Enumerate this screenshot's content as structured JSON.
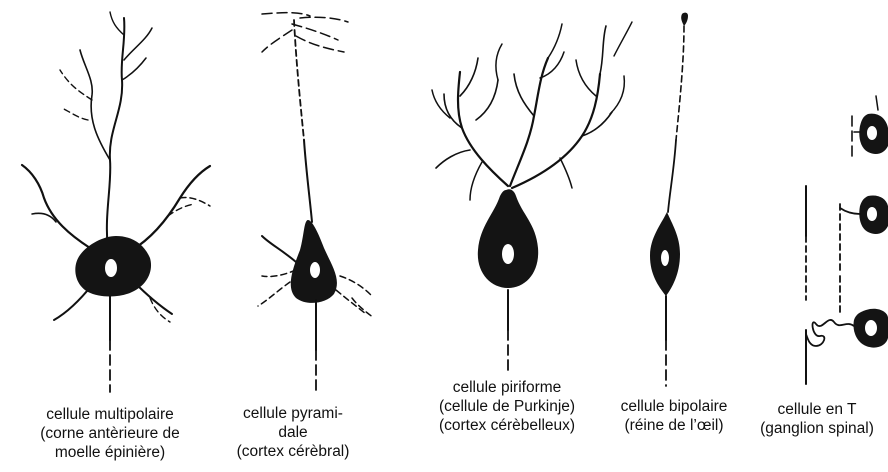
{
  "captions": {
    "multipolaire": [
      "cellule multipolaire",
      "(corne antèrieure de",
      "moelle épinière)"
    ],
    "pyramidale": [
      "cellule pyrami-",
      "dale",
      "(cortex cérèbral)"
    ],
    "piriforme": [
      "cellule piriforme",
      "(cellule de Purkinje)",
      "(cortex cérèbelleux)"
    ],
    "bipolaire": [
      "cellule bipolaire",
      "(réine de l’œil)"
    ],
    "en_t": [
      "cellule en T",
      "(ganglion spinal)"
    ]
  },
  "colors": {
    "ink": "#111111",
    "background": "#ffffff"
  }
}
